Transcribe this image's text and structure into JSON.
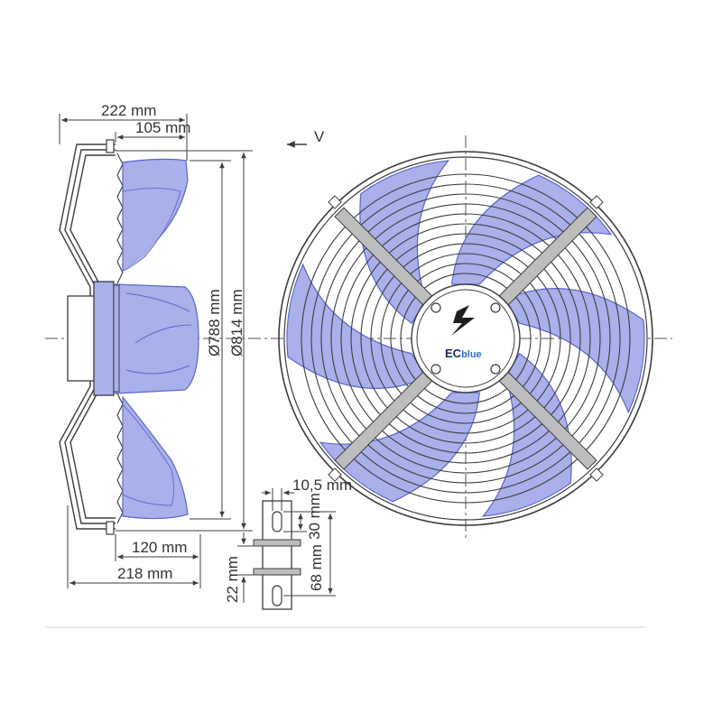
{
  "dimensions": {
    "overall_depth": "222 mm",
    "guard_depth": "105 mm",
    "impeller_diameter": "Ø788 mm",
    "guard_diameter": "Ø814 mm",
    "flange_to_front": "120 mm",
    "flange_depth": "218 mm",
    "slot_width": "10,5 mm",
    "slot_length": "30 mm",
    "hole_spacing": "68 mm",
    "hole_offset": "22 mm"
  },
  "airflow_label": "V",
  "logo": {
    "text_ec": "EC",
    "text_blue": "blue"
  },
  "colors": {
    "blade_fill": "#a9b0ea",
    "blade_stroke": "#5b66c9",
    "line": "#3c3c3c",
    "bar": "#bdbdbd",
    "bottom_rule": "#d6d6d6"
  }
}
